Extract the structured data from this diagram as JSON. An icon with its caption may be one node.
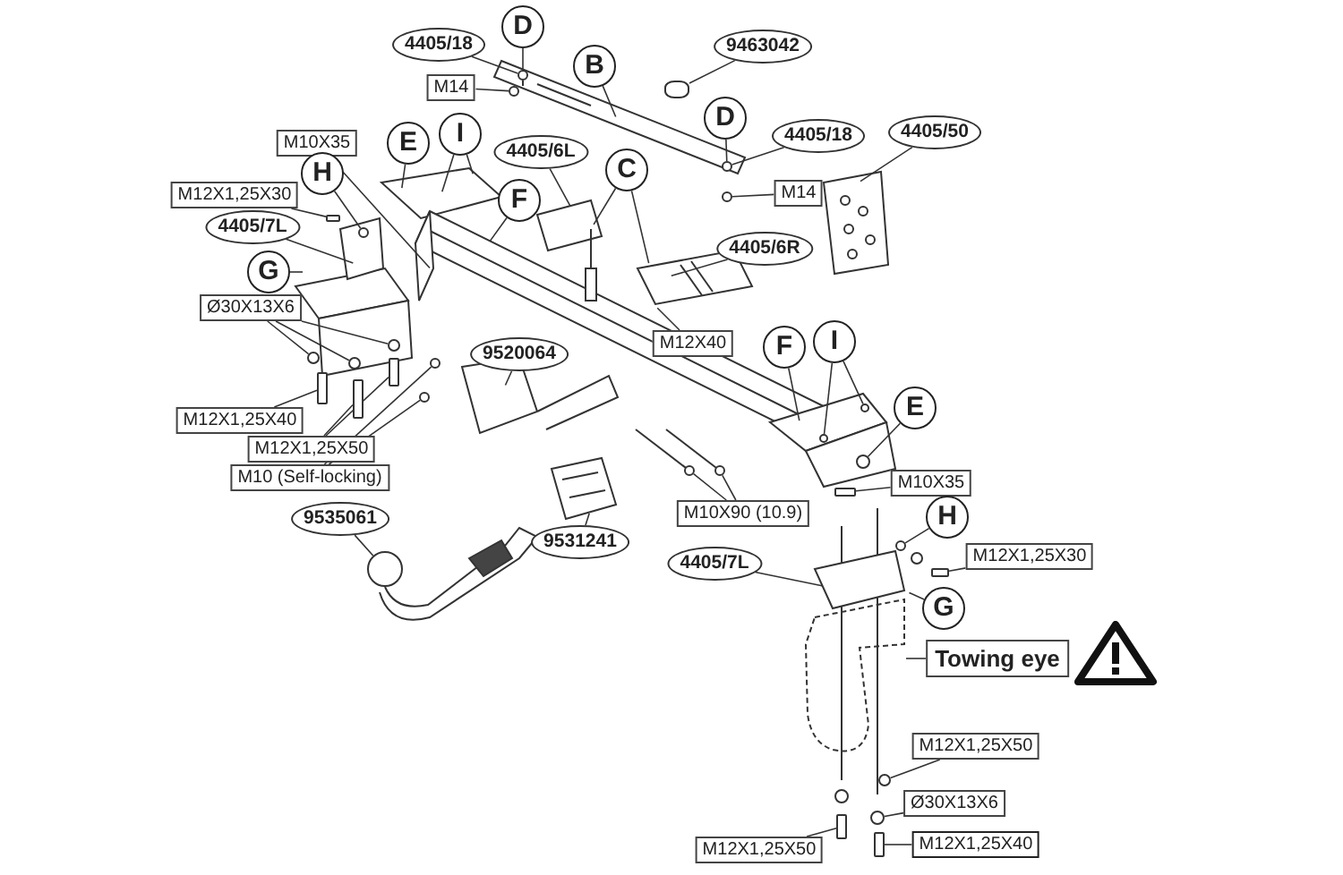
{
  "diagram": {
    "nodes": [
      {
        "text": [
          "D"
        ]
      },
      {
        "text": [
          "4405/18"
        ]
      },
      {
        "text": [
          "9463042"
        ]
      },
      {
        "text": [
          "B"
        ]
      },
      {
        "text": [
          "M14"
        ]
      },
      {
        "text": [
          "D"
        ]
      },
      {
        "text": [
          "4405/18"
        ]
      },
      {
        "text": [
          "4405/50"
        ]
      },
      {
        "text": [
          "I"
        ]
      },
      {
        "text": [
          "M10X35"
        ]
      },
      {
        "text": [
          "E"
        ]
      },
      {
        "text": [
          "4405/6L"
        ]
      },
      {
        "text": [
          "C"
        ]
      },
      {
        "text": [
          "H"
        ]
      },
      {
        "text": [
          "M14"
        ]
      },
      {
        "text": [
          "M12X1,25X30"
        ]
      },
      {
        "text": [
          "F"
        ]
      },
      {
        "text": [
          "4405/7L"
        ]
      },
      {
        "text": [
          "4405/6R"
        ]
      },
      {
        "text": [
          "G"
        ]
      },
      {
        "text": [
          "Ø30X13X6"
        ]
      },
      {
        "text": [
          "M12X40"
        ]
      },
      {
        "text": [
          "F"
        ]
      },
      {
        "text": [
          "I"
        ]
      },
      {
        "text": [
          "9520064"
        ]
      },
      {
        "text": [
          "E"
        ]
      },
      {
        "text": [
          "M12X1,25X40"
        ]
      },
      {
        "text": [
          "M12X1,25X50"
        ]
      },
      {
        "text": [
          "M10X35"
        ]
      },
      {
        "text": [
          "M10 (Self-locking)"
        ]
      },
      {
        "text": [
          "M10X90 (10.9)"
        ]
      },
      {
        "text": [
          "H"
        ]
      },
      {
        "text": [
          "9535061"
        ]
      },
      {
        "text": [
          "9531241"
        ]
      },
      {
        "text": [
          "M12X1,25X30"
        ]
      },
      {
        "text": [
          "4405/7L"
        ]
      },
      {
        "text": [
          "G"
        ]
      },
      {
        "text": [
          "Towing eye"
        ]
      },
      {
        "text": [
          "M12X1,25X50"
        ]
      },
      {
        "text": [
          "Ø30X13X6"
        ]
      },
      {
        "text": [
          "M12X1,25X50"
        ]
      },
      {
        "text": [
          "M12X1,25X40"
        ]
      },
      {
        "text": [],
        "shape": "circle"
      },
      {
        "text": [],
        "shape": "circle"
      },
      {
        "text": [],
        "shape": "circle"
      },
      {
        "text": [],
        "shape": "circle"
      },
      {
        "text": [],
        "shape": "circle"
      },
      {
        "text": [],
        "shape": "circle"
      },
      {
        "text": [],
        "shape": "circle"
      },
      {
        "text": [],
        "shape": "circle"
      },
      {
        "text": [],
        "shape": "circle"
      },
      {
        "text": [],
        "shape": "circle"
      },
      {
        "text": [],
        "shape": "circle"
      },
      {
        "text": [],
        "shape": "circle"
      },
      {
        "text": [],
        "shape": "circle"
      },
      {
        "text": [],
        "shape": "circle"
      },
      {
        "text": [],
        "shape": "circle"
      },
      {
        "text": [],
        "shape": "circle"
      },
      {
        "text": [],
        "shape": "circle"
      },
      {
        "text": [],
        "shape": "circle"
      },
      {
        "text": [],
        "shape": "circle"
      },
      {
        "text": [],
        "shape": "cylinder"
      },
      {
        "text": [],
        "shape": "box"
      },
      {
        "text": [],
        "shape": "box"
      },
      {
        "text": [],
        "shape": "box"
      },
      {
        "text": [],
        "shape": "box"
      },
      {
        "text": [],
        "shape": "box"
      },
      {
        "text": [],
        "shape": "box"
      },
      {
        "text": [],
        "shape": "box"
      },
      {
        "text": [],
        "shape": "box"
      }
    ],
    "edges": [
      {
        "from": 0,
        "to": 42,
        "arrow": "none"
      },
      {
        "from": 1,
        "to": 42,
        "arrow": "none"
      },
      {
        "from": 2,
        "to": 61,
        "arrow": "none"
      },
      {
        "from": 3,
        "to": null,
        "arrow": "none"
      },
      {
        "from": 4,
        "to": 43,
        "arrow": "none"
      },
      {
        "from": 5,
        "to": 44,
        "arrow": "none"
      },
      {
        "from": 6,
        "to": 44,
        "arrow": "none"
      },
      {
        "from": 7,
        "to": null,
        "arrow": "none"
      },
      {
        "from": 8,
        "to": null,
        "arrow": "none"
      },
      {
        "from": 8,
        "to": null,
        "arrow": "none"
      },
      {
        "from": 9,
        "to": null,
        "arrow": "none"
      },
      {
        "from": 10,
        "to": null,
        "arrow": "none"
      },
      {
        "from": 11,
        "to": null,
        "arrow": "none"
      },
      {
        "from": 12,
        "to": null,
        "arrow": "none"
      },
      {
        "from": 12,
        "to": null,
        "arrow": "none"
      },
      {
        "from": 13,
        "to": 46,
        "arrow": "none"
      },
      {
        "from": 14,
        "to": 45,
        "arrow": "none"
      },
      {
        "from": 15,
        "to": 62,
        "arrow": "none"
      },
      {
        "from": 16,
        "to": null,
        "arrow": "none"
      },
      {
        "from": 17,
        "to": null,
        "arrow": "none"
      },
      {
        "from": 18,
        "to": null,
        "arrow": "none"
      },
      {
        "from": 19,
        "to": null,
        "arrow": "none"
      },
      {
        "from": 20,
        "to": 48,
        "arrow": "none"
      },
      {
        "from": 20,
        "to": 49,
        "arrow": "none"
      },
      {
        "from": 20,
        "to": 47,
        "arrow": "none"
      },
      {
        "from": 21,
        "to": null,
        "arrow": "none"
      },
      {
        "from": 22,
        "to": null,
        "arrow": "none"
      },
      {
        "from": 23,
        "to": 53,
        "arrow": "none"
      },
      {
        "from": 23,
        "to": 52,
        "arrow": "none"
      },
      {
        "from": 24,
        "to": null,
        "arrow": "none"
      },
      {
        "from": 25,
        "to": 54,
        "arrow": "none"
      },
      {
        "from": 26,
        "to": 63,
        "arrow": "none"
      },
      {
        "from": 27,
        "to": 64,
        "arrow": "none"
      },
      {
        "from": 27,
        "to": 65,
        "arrow": "none"
      },
      {
        "from": 28,
        "to": 66,
        "arrow": "none"
      },
      {
        "from": 29,
        "to": 50,
        "arrow": "none"
      },
      {
        "from": 29,
        "to": 51,
        "arrow": "none"
      },
      {
        "from": 30,
        "to": 55,
        "arrow": "none"
      },
      {
        "from": 30,
        "to": 56,
        "arrow": "none"
      },
      {
        "from": 31,
        "to": 57,
        "arrow": "none"
      },
      {
        "from": 32,
        "to": 58,
        "arrow": "none"
      },
      {
        "from": 33,
        "to": null,
        "arrow": "none"
      },
      {
        "from": 34,
        "to": 67,
        "arrow": "none"
      },
      {
        "from": 35,
        "to": null,
        "arrow": "none"
      },
      {
        "from": 36,
        "to": null,
        "arrow": "none"
      },
      {
        "from": 37,
        "to": null,
        "arrow": "none"
      },
      {
        "from": 38,
        "to": 59,
        "arrow": "none"
      },
      {
        "from": 39,
        "to": 60,
        "arrow": "none"
      },
      {
        "from": 40,
        "to": 68,
        "arrow": "none"
      },
      {
        "from": 41,
        "to": 69,
        "arrow": "none"
      }
    ]
  }
}
